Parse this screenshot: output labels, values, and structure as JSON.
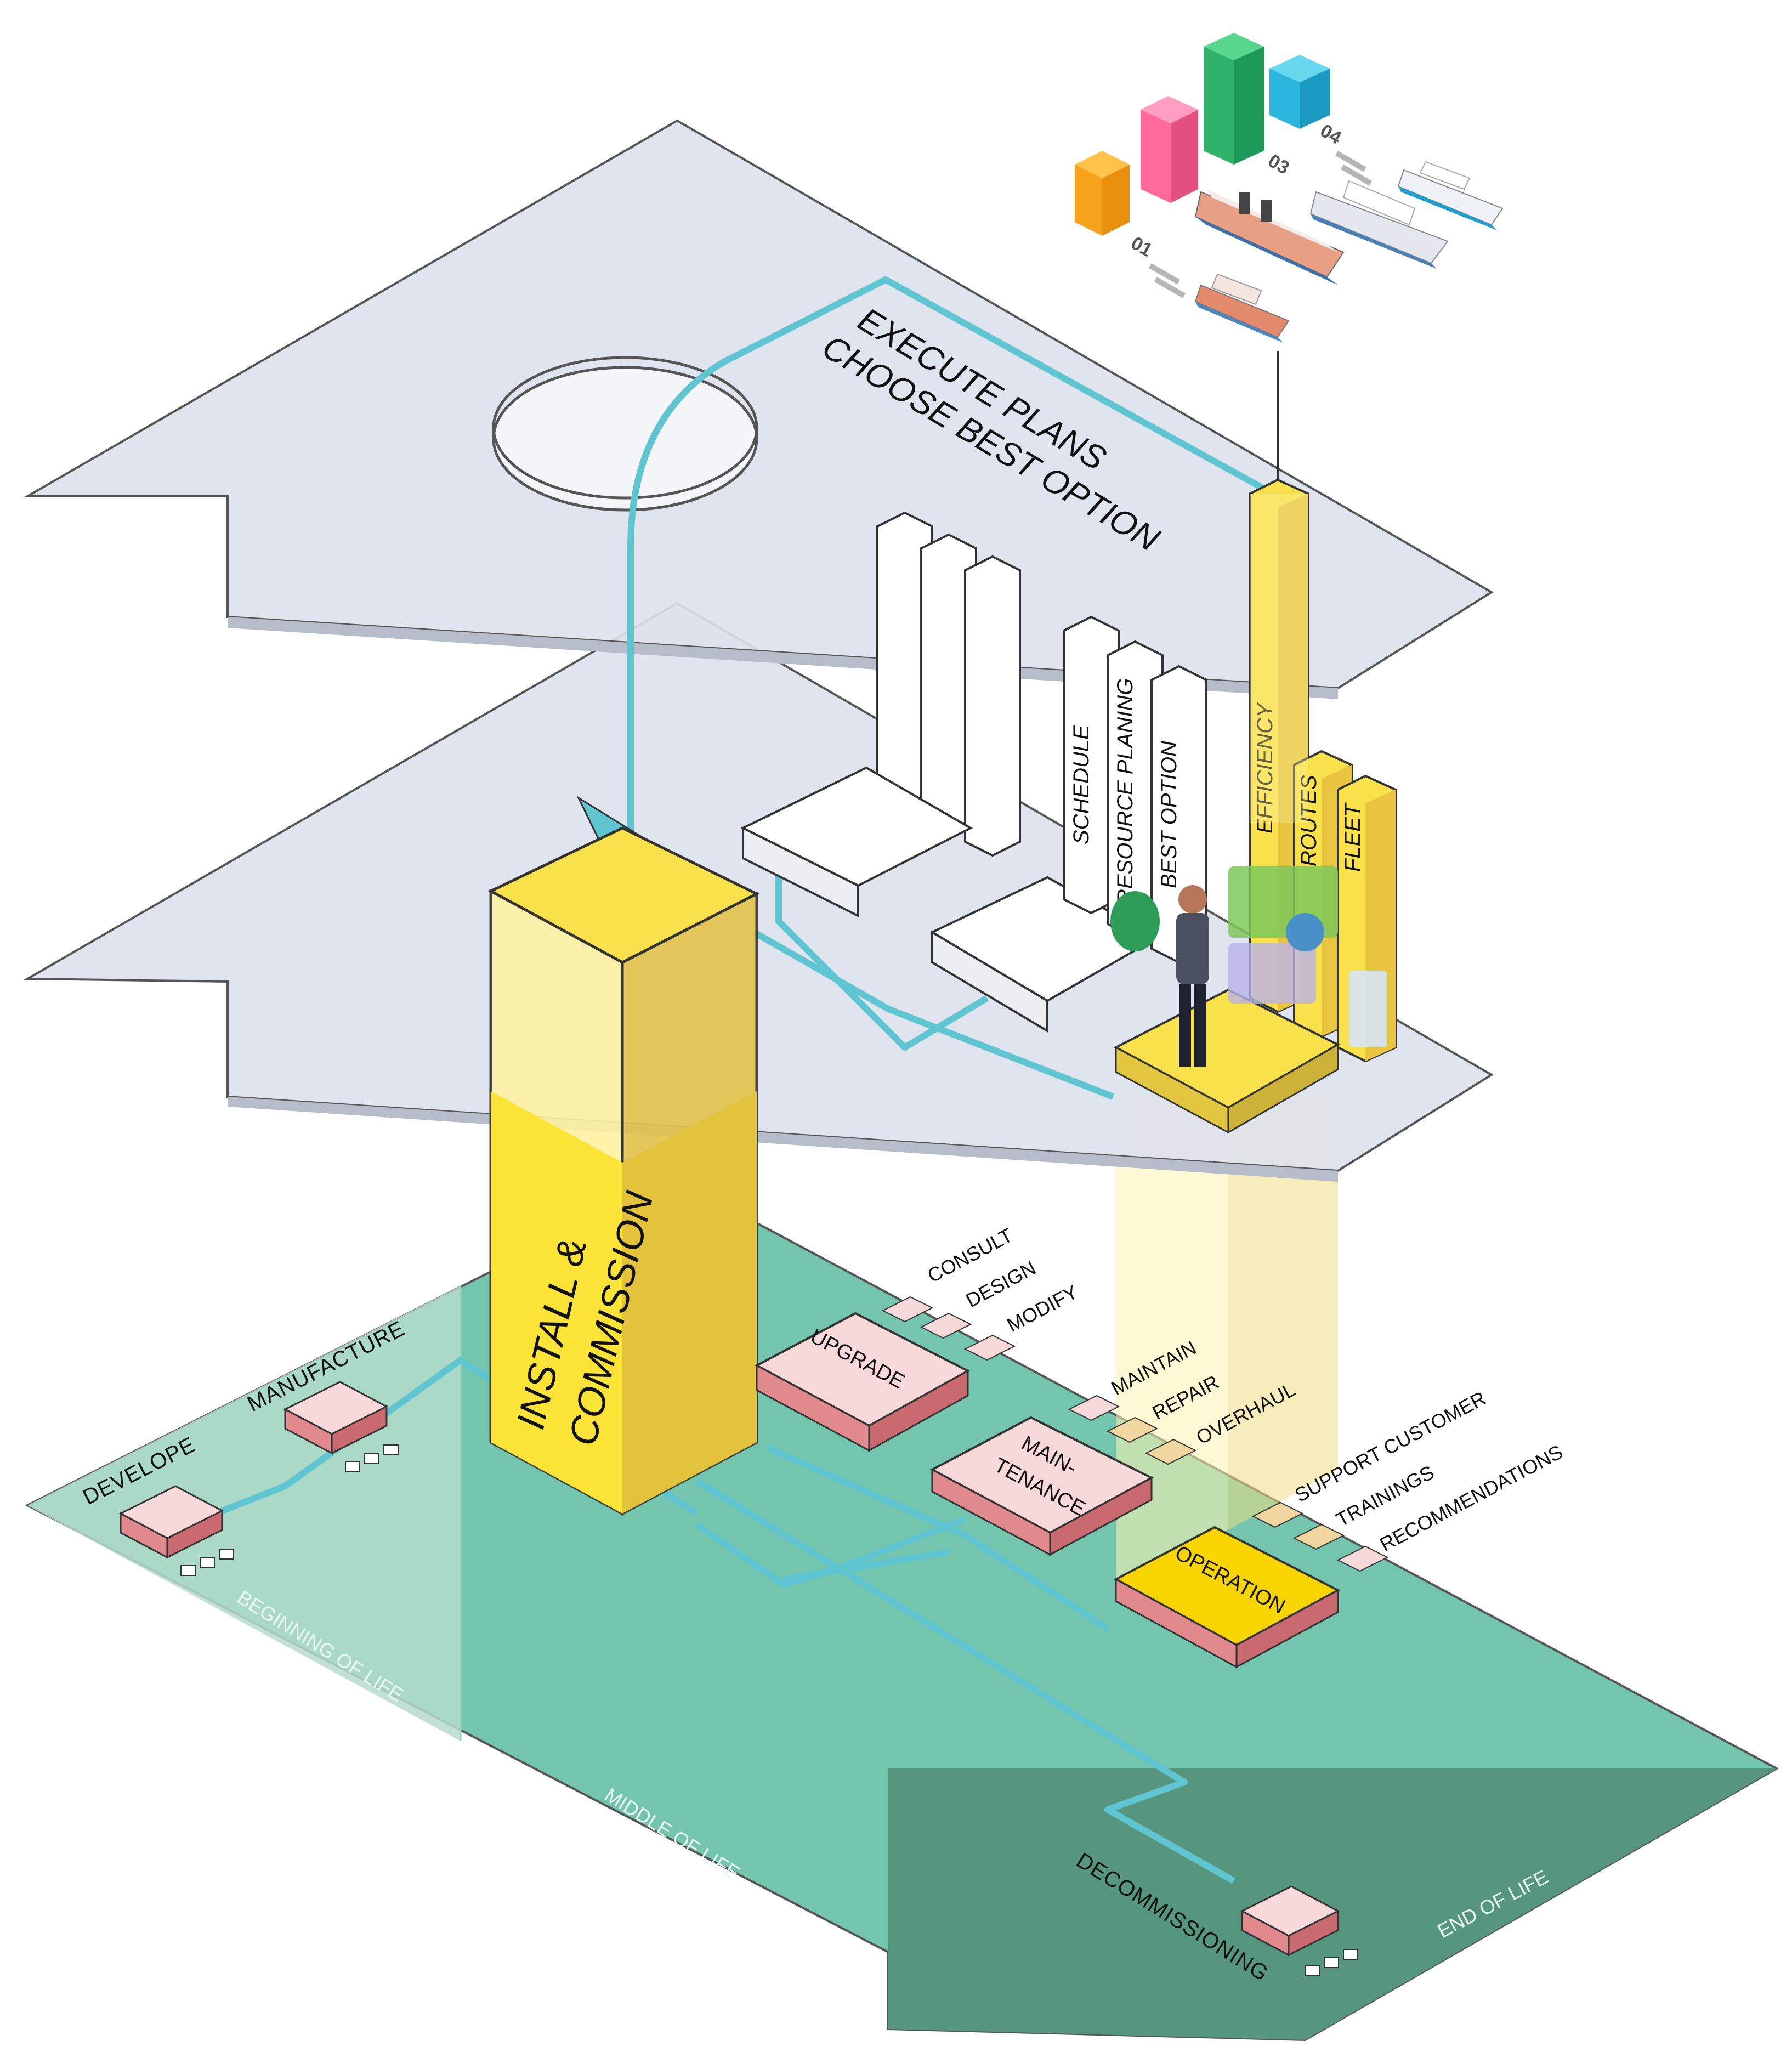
{
  "top_layer": {
    "title_line1": "EXECUTE PLANS",
    "title_line2": "CHOOSE BEST OPTION"
  },
  "middle_layer": {
    "bars": [
      "SCHEDULE",
      "RESOURCE PLANING",
      "BEST OPTION"
    ],
    "yellow_bars": [
      "EFFICIENCY",
      "ROUTES",
      "FLEET"
    ]
  },
  "install_column": {
    "line1": "INSTALL &",
    "line2": "COMMISSION"
  },
  "fleet_chart": {
    "numbers": [
      "01",
      "03",
      "04"
    ]
  },
  "stages": {
    "develope": "DEVELOPE",
    "manufacture": "MANUFACTURE",
    "upgrade": "UPGRADE",
    "maintenance": "MAIN-TENANCE",
    "maintenance_l1": "MAIN-",
    "maintenance_l2": "TENANCE",
    "operation": "OPERATION",
    "decommissioning": "DECOMMISSIONING"
  },
  "sub_labels": {
    "upgrade": [
      "CONSULT",
      "DESIGN",
      "MODIFY"
    ],
    "maintenance": [
      "MAINTAIN",
      "REPAIR",
      "OVERHAUL"
    ],
    "operation": [
      "SUPPORT CUSTOMER",
      "TRAININGS",
      "RECOMMENDATIONS"
    ]
  },
  "life_zones": {
    "beginning": "BEGINNING OF LIFE",
    "middle": "MIDDLE OF LIFE",
    "end": "END OF LIFE"
  },
  "colors": {
    "plane": "#dde1ec",
    "ground": "#73c6ad",
    "ground_dark": "#56967f",
    "ground_light": "#b5dccd",
    "yellow": "#f8e14b",
    "pink": "#f7d9da",
    "pink_side": "#e08a8e",
    "cyan": "#5ec5d1"
  }
}
